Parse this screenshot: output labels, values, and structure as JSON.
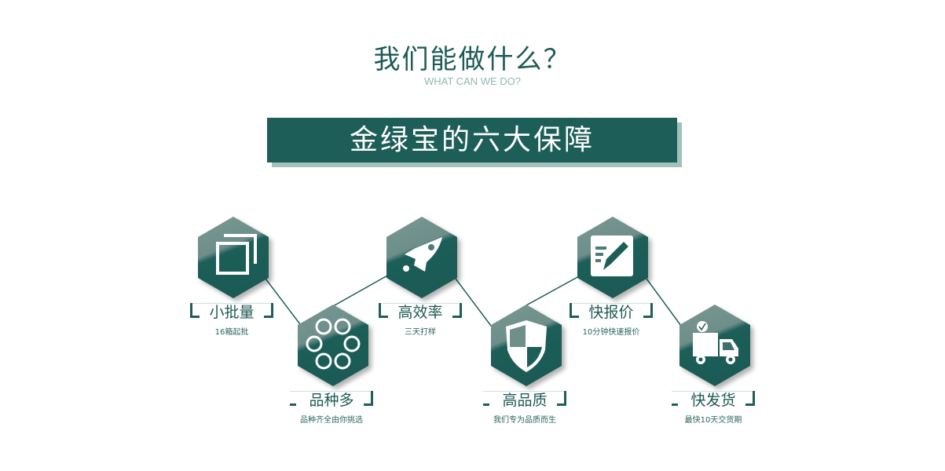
{
  "header": {
    "title": "我们能做什么？",
    "subtitle": "WHAT CAN WE DO?"
  },
  "banner": {
    "text": "金绿宝的六大保障"
  },
  "colors": {
    "primary": "#1e5e58",
    "light": "#74918e",
    "subtitle": "#8fb8b2"
  },
  "features": [
    {
      "icon": "copy-square-icon",
      "title": "小批量",
      "desc": "16箱起批"
    },
    {
      "icon": "circles-icon",
      "title": "品种多",
      "desc": "品种齐全由你挑选"
    },
    {
      "icon": "rocket-icon",
      "title": "高效率",
      "desc": "三天打样"
    },
    {
      "icon": "shield-icon",
      "title": "高品质",
      "desc": "我们专为品质而生"
    },
    {
      "icon": "edit-pencil-icon",
      "title": "快报价",
      "desc": "10分钟快速报价"
    },
    {
      "icon": "delivery-truck-icon",
      "title": "快发货",
      "desc": "最快10天交货期"
    }
  ]
}
